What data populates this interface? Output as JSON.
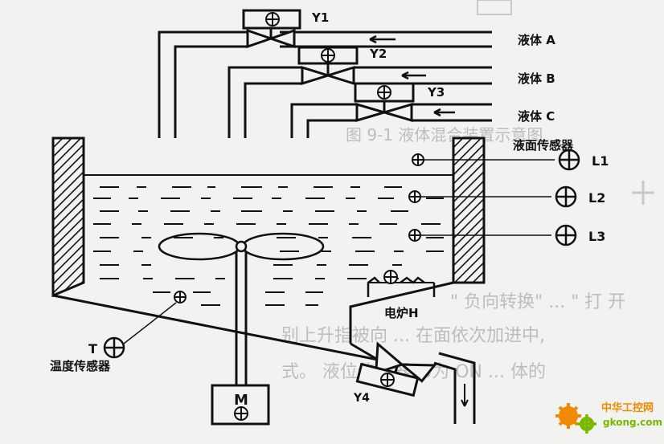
{
  "valves": {
    "y1": "Y1",
    "y2": "Y2",
    "y3": "Y3",
    "y4": "Y4"
  },
  "inlets": {
    "a": "液体 A",
    "b": "液体 B",
    "c": "液体 C"
  },
  "level_sensor": {
    "title": "液面传感器",
    "l1": "L1",
    "l2": "L2",
    "l3": "L3"
  },
  "heater": "电炉H",
  "temp_sensor": {
    "title": "温度传感器",
    "tag": "T"
  },
  "motor": "M",
  "background_text": {
    "line1": "图 9-1  液体混合装置示意图",
    "line2": "\" 负向转换\"  ...  \" 打 开",
    "line3": "别上升指被向 ... 在面依次加进中,",
    "line4": "式。 液位传感器L3为 ON ... 体的"
  },
  "watermark": {
    "name": "中华工控网",
    "url": "gkong.com"
  },
  "colors": {
    "ink": "#111111",
    "ghost": "#bdbdbd",
    "logo_orange": "#f08a00",
    "logo_green": "#7ab800"
  }
}
